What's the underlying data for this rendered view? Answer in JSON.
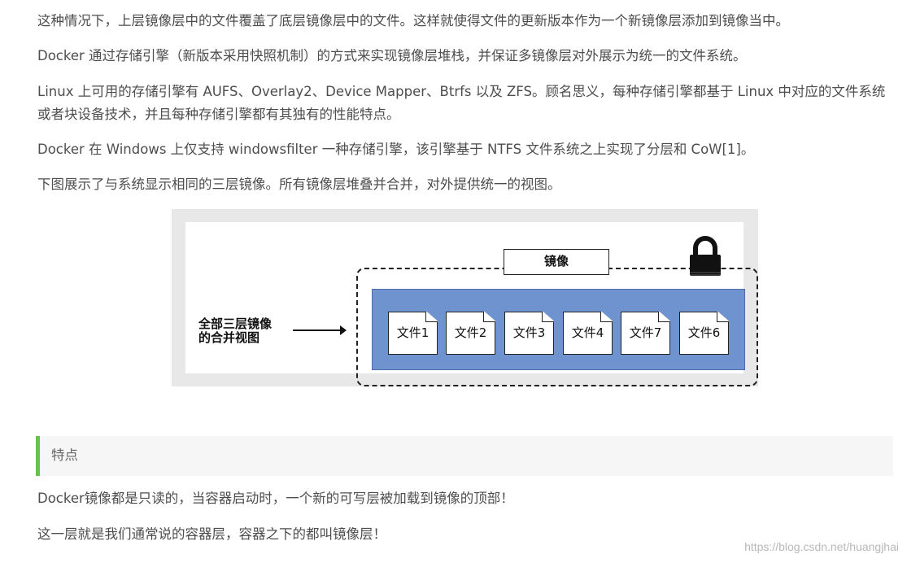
{
  "paragraphs": {
    "p1": "这种情况下，上层镜像层中的文件覆盖了底层镜像层中的文件。这样就使得文件的更新版本作为一个新镜像层添加到镜像当中。",
    "p2": "Docker 通过存储引擎（新版本采用快照机制）的方式来实现镜像层堆栈，并保证多镜像层对外展示为统一的文件系统。",
    "p3": "Linux 上可用的存储引擎有 AUFS、Overlay2、Device Mapper、Btrfs 以及 ZFS。顾名思义，每种存储引擎都基于 Linux 中对应的文件系统或者块设备技术，并且每种存储引擎都有其独有的性能特点。",
    "p4": "Docker 在 Windows 上仅支持 windowsfilter 一种存储引擎，该引擎基于 NTFS 文件系统之上实现了分层和 CoW[1]。",
    "p5": "下图展示了与系统显示相同的三层镜像。所有镜像层堆叠并合并，对外提供统一的视图。",
    "p6": "Docker镜像都是只读的，当容器启动时，一个新的可写层被加载到镜像的顶部！",
    "p7": "这一层就是我们通常说的容器层，容器之下的都叫镜像层！"
  },
  "figure": {
    "merged_label_line1": "全部三层镜像",
    "merged_label_line2": "的合并视图",
    "image_tag": "镜像",
    "lock_icon": "lock-icon",
    "files": [
      "文件1",
      "文件2",
      "文件3",
      "文件4",
      "文件7",
      "文件6"
    ],
    "panel_color": "#6f93cf"
  },
  "callout": {
    "title": "特点",
    "accent_color": "#6bbf4e"
  },
  "watermark": "https://blog.csdn.net/huangjhai"
}
